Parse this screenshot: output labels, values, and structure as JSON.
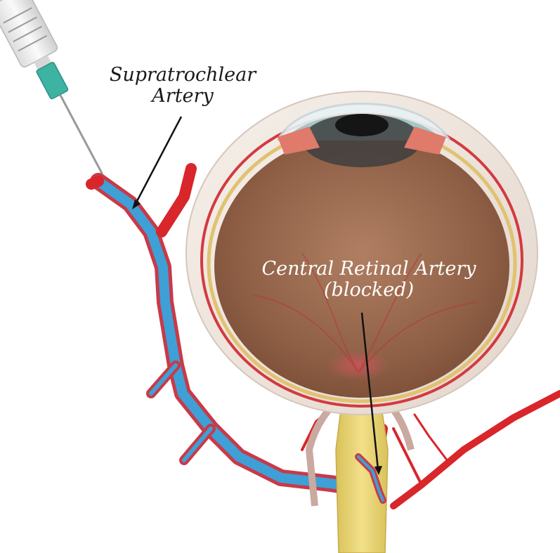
{
  "labels": {
    "supratrochlear_line1": "Supratrochlear",
    "supratrochlear_line2": "Artery",
    "central_retinal_line1": "Central Retinal Artery",
    "central_retinal_line2": "(blocked)"
  },
  "colors": {
    "background": "#ffffff",
    "artery_red": "#d8262b",
    "vessel_blue": "#3ea0d6",
    "eye_interior": "#9a6a4f",
    "sclera": "#efe6df",
    "optic_nerve": "#e8d36a",
    "iris": "#3f8f86",
    "needle_hub": "#3fb3a3"
  },
  "icons": [
    "syringe-icon",
    "eyeball-icon"
  ]
}
